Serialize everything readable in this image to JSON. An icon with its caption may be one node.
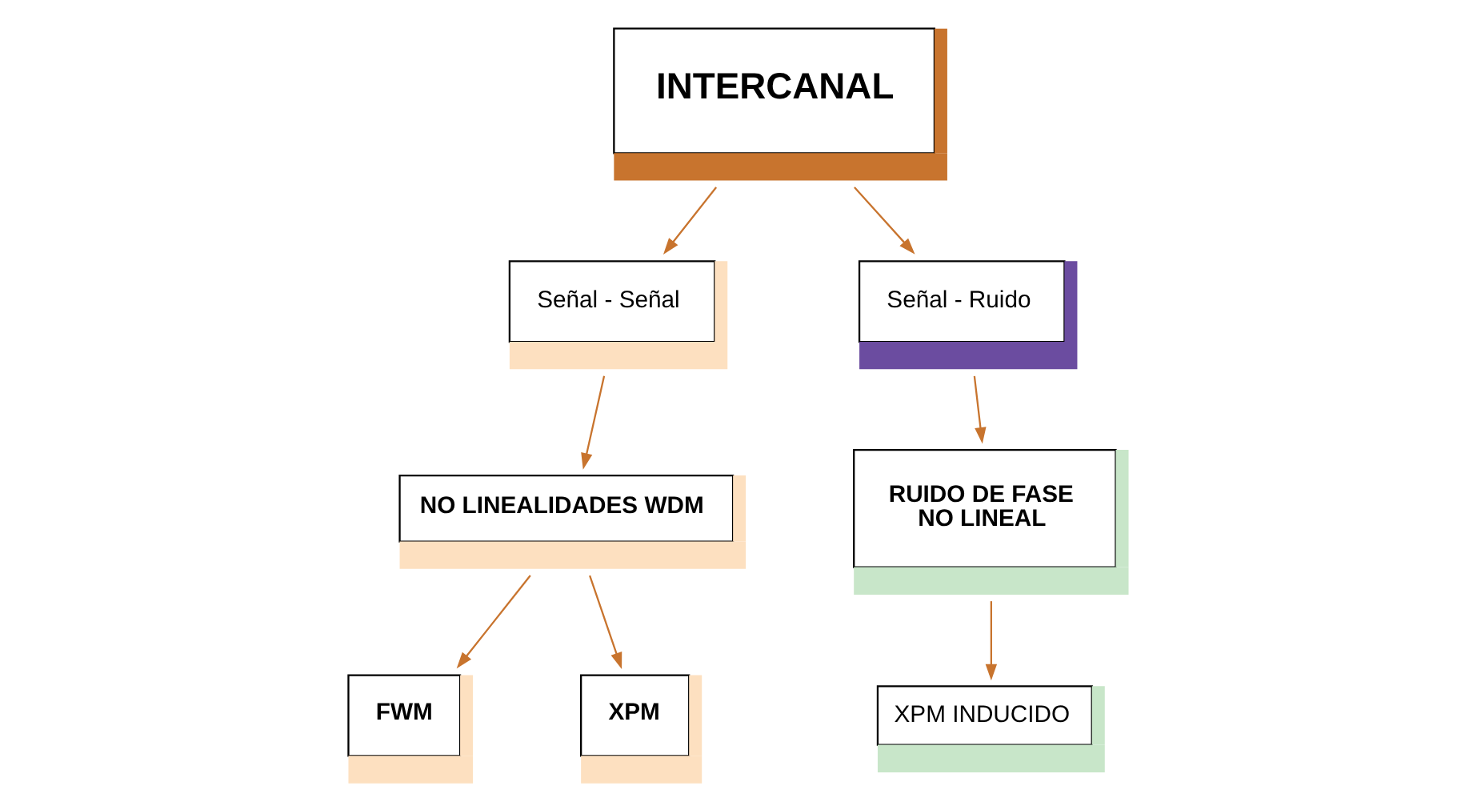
{
  "diagram": {
    "nodes": [
      {
        "text": [
          "INTERCANAL"
        ]
      },
      {
        "text": [
          "Señal - Señal"
        ]
      },
      {
        "text": [
          "Señal - Ruido"
        ]
      },
      {
        "text": [
          "NO LINEALIDADES WDM"
        ]
      },
      {
        "text": [
          "RUIDO DE FASE NO LINEAL"
        ]
      },
      {
        "text": [
          "FWM"
        ]
      },
      {
        "text": [
          "XPM"
        ]
      },
      {
        "text": [
          "XPM INDUCIDO"
        ]
      }
    ],
    "edges": [
      {
        "from": 0,
        "to": 1,
        "arrow": "to"
      },
      {
        "from": 0,
        "to": 2,
        "arrow": "to"
      },
      {
        "from": 1,
        "to": 3,
        "arrow": "to"
      },
      {
        "from": 3,
        "to": 5,
        "arrow": "to"
      },
      {
        "from": 3,
        "to": 6,
        "arrow": "to"
      },
      {
        "from": 2,
        "to": 4,
        "arrow": "to"
      },
      {
        "from": 4,
        "to": 7,
        "arrow": "to"
      }
    ]
  }
}
